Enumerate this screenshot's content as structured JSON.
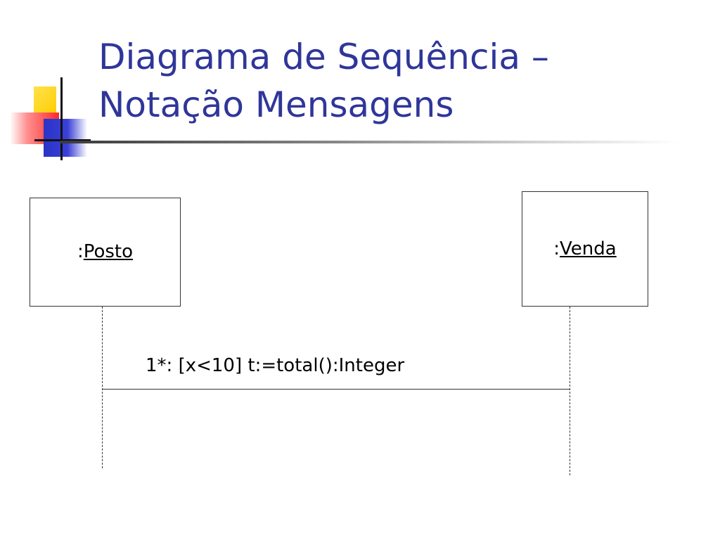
{
  "slide": {
    "title_line1": "Diagrama de Sequência –",
    "title_line2": "Notação Mensagens"
  },
  "diagram": {
    "objects": [
      {
        "prefix": ":",
        "name": "Posto"
      },
      {
        "prefix": ":",
        "name": "Venda"
      }
    ],
    "message": {
      "label": "1*: [x<10] t:=total():Integer"
    }
  },
  "colors": {
    "title": "#2f3699",
    "logo_yellow": "#ffcc00",
    "logo_red": "#ff2a2a",
    "logo_blue": "#2b33c7"
  }
}
